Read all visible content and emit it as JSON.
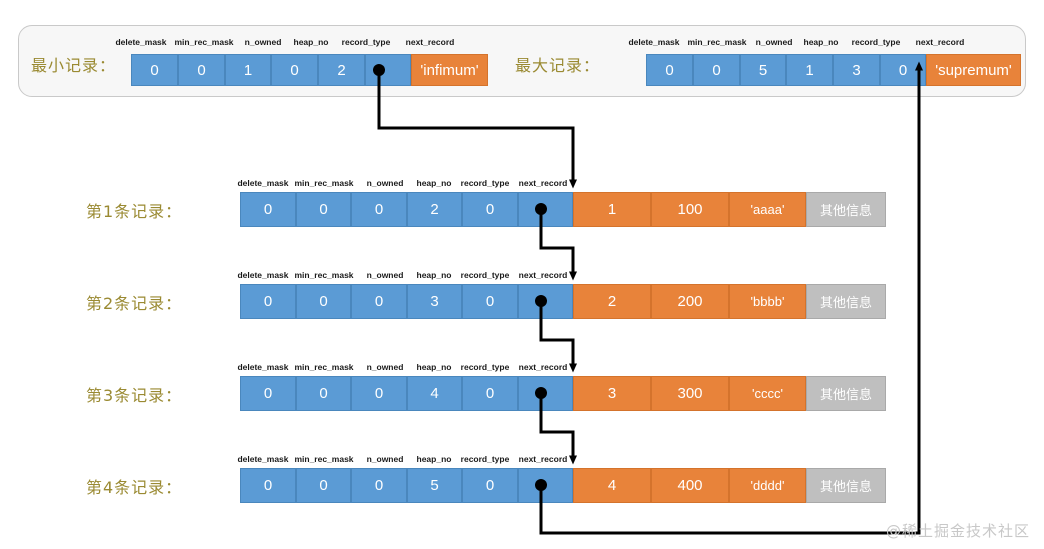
{
  "diagram": {
    "title_min": "最小记录：",
    "title_max": "最大记录：",
    "field_headers": [
      "delete_mask",
      "min_rec_mask",
      "n_owned",
      "heap_no",
      "record_type",
      "next_record"
    ],
    "watermark": "@稀土掘金技术社区",
    "colors": {
      "blue": "#5b9bd5",
      "orange": "#e8833a",
      "gray": "#bfbfbf",
      "panel_top_bg": "#f7f7f7",
      "panel_records_bg": "#fdf8e8",
      "panel_records_border": "#e8d89a",
      "label_text": "#9a8a32",
      "arrow": "#000000"
    }
  },
  "system_records": {
    "min_record": {
      "label": "最小记录：",
      "headers": [
        "delete_mask",
        "min_rec_mask",
        "n_owned",
        "heap_no",
        "record_type",
        "next_record"
      ],
      "values": [
        "0",
        "0",
        "1",
        "0",
        "2",
        ""
      ],
      "next_record_is_pointer": true,
      "payload": "'infimum'"
    },
    "max_record": {
      "label": "最大记录：",
      "headers": [
        "delete_mask",
        "min_rec_mask",
        "n_owned",
        "heap_no",
        "record_type",
        "next_record"
      ],
      "values": [
        "0",
        "0",
        "5",
        "1",
        "3",
        "0"
      ],
      "next_record_is_pointer": false,
      "payload": "'supremum'"
    }
  },
  "user_records": {
    "headers": [
      "delete_mask",
      "min_rec_mask",
      "n_owned",
      "heap_no",
      "record_type",
      "next_record"
    ],
    "other_info_label": "其他信息",
    "rows": [
      {
        "label": "第1条记录：",
        "values": [
          "0",
          "0",
          "0",
          "2",
          "0",
          ""
        ],
        "col_c1": "1",
        "col_c2": "100",
        "col_c3": "'aaaa'",
        "other": "其他信息"
      },
      {
        "label": "第2条记录：",
        "values": [
          "0",
          "0",
          "0",
          "3",
          "0",
          ""
        ],
        "col_c1": "2",
        "col_c2": "200",
        "col_c3": "'bbbb'",
        "other": "其他信息"
      },
      {
        "label": "第3条记录：",
        "values": [
          "0",
          "0",
          "0",
          "4",
          "0",
          ""
        ],
        "col_c1": "3",
        "col_c2": "300",
        "col_c3": "'cccc'",
        "other": "其他信息"
      },
      {
        "label": "第4条记录：",
        "values": [
          "0",
          "0",
          "0",
          "5",
          "0",
          ""
        ],
        "col_c1": "4",
        "col_c2": "400",
        "col_c3": "'dddd'",
        "other": "其他信息"
      }
    ]
  }
}
